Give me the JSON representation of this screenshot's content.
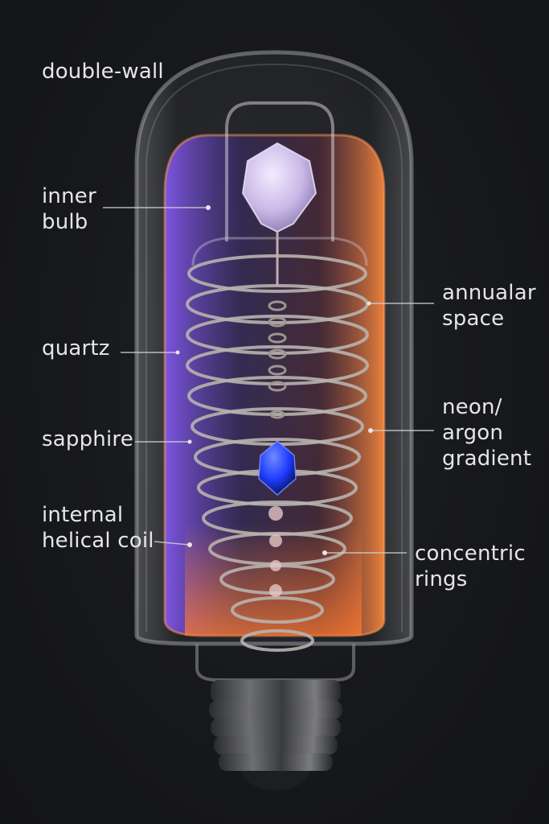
{
  "labels": {
    "double_wall": "double-wall",
    "inner_bulb": [
      "inner",
      "bulb"
    ],
    "quartz": "quartz",
    "sapphire": "sapphire",
    "internal_helical_coil": [
      "internal",
      "helical coil"
    ],
    "annular_space": [
      "annualar",
      "space"
    ],
    "neon_argon_gradient": [
      "neon/",
      "argon",
      "gradient"
    ],
    "concentric_rings": [
      "concentric",
      "rings"
    ]
  },
  "colors": {
    "background": "#17181b",
    "label_text": "#e6e6e8",
    "leader_line": "#cfd0d4",
    "glow_orange": "#ff8a3d",
    "glow_violet": "#7a5cff",
    "coil_metal": "#b8b2ae",
    "sapphire_blue": "#1f3cff",
    "quartz_crystal": "#c9b8e6"
  }
}
